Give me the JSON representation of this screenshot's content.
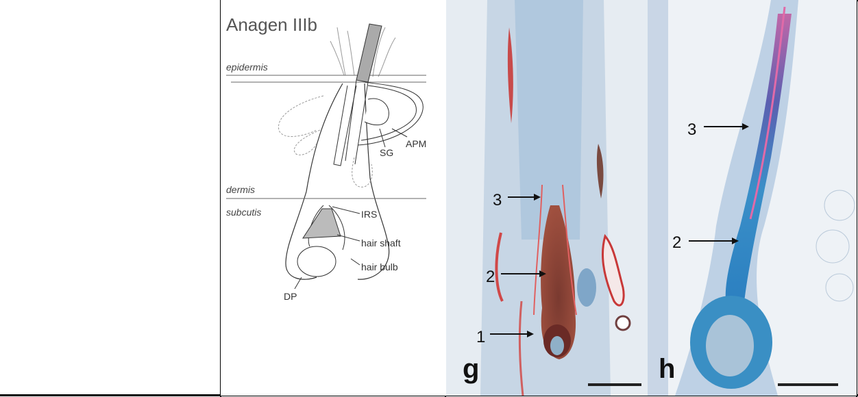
{
  "figure": {
    "schematic": {
      "title": "Anagen IIIb",
      "layer_labels": {
        "epidermis": "epidermis",
        "dermis": "dermis",
        "subcutis": "subcutis"
      },
      "structure_labels": {
        "sg": "SG",
        "apm": "APM",
        "irs": "IRS",
        "hair_shaft": "hair shaft",
        "hair_bulb": "hair bulb",
        "dp": "DP"
      }
    },
    "panel_g": {
      "letter": "g",
      "markers": [
        "1",
        "2",
        "3"
      ]
    },
    "panel_h": {
      "letter": "h",
      "markers": [
        "2",
        "3"
      ]
    }
  }
}
